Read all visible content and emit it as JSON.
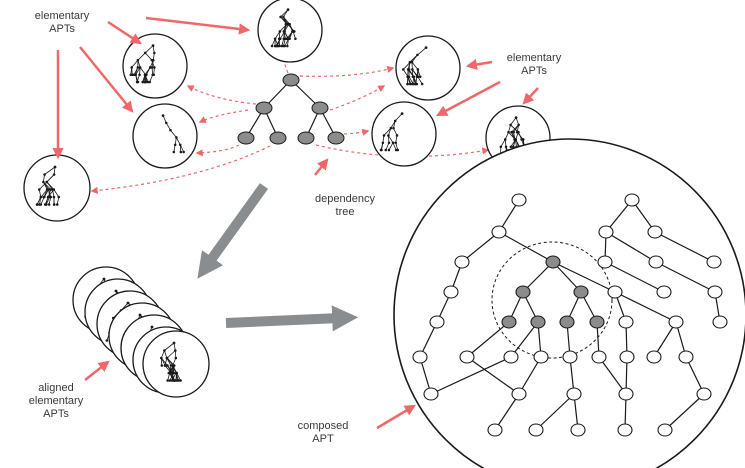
{
  "labels": {
    "elementary_left": [
      "elementary",
      "APTs"
    ],
    "elementary_right": [
      "elementary",
      "APTs"
    ],
    "dependency_tree": [
      "dependency",
      "tree"
    ],
    "aligned": [
      "aligned",
      "elementary",
      "APTs"
    ],
    "composed": [
      "composed",
      "APT"
    ]
  },
  "colors": {
    "red_arrow": "#f0676a",
    "gray_arrow": "#8a8d90",
    "node_fill": "#8c8c8c",
    "line": "#1a1a1a"
  }
}
